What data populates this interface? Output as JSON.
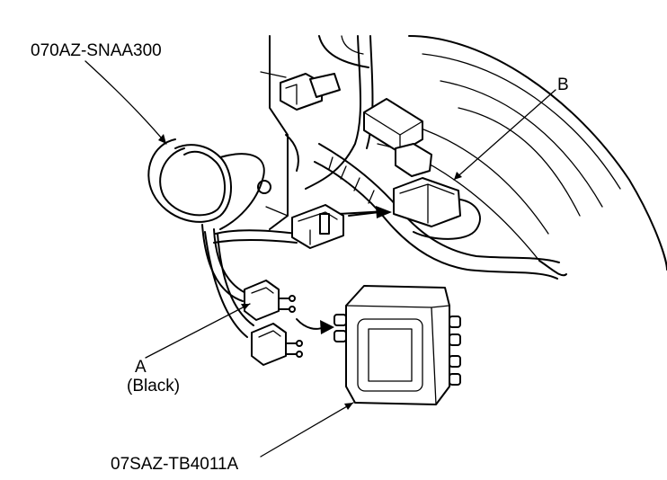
{
  "diagram": {
    "labels": {
      "part_top": "070AZ-SNAA300",
      "connector_b": "B",
      "connector_a": "A",
      "connector_a_color": "(Black)",
      "part_bottom": "07SAZ-TB4011A"
    }
  }
}
